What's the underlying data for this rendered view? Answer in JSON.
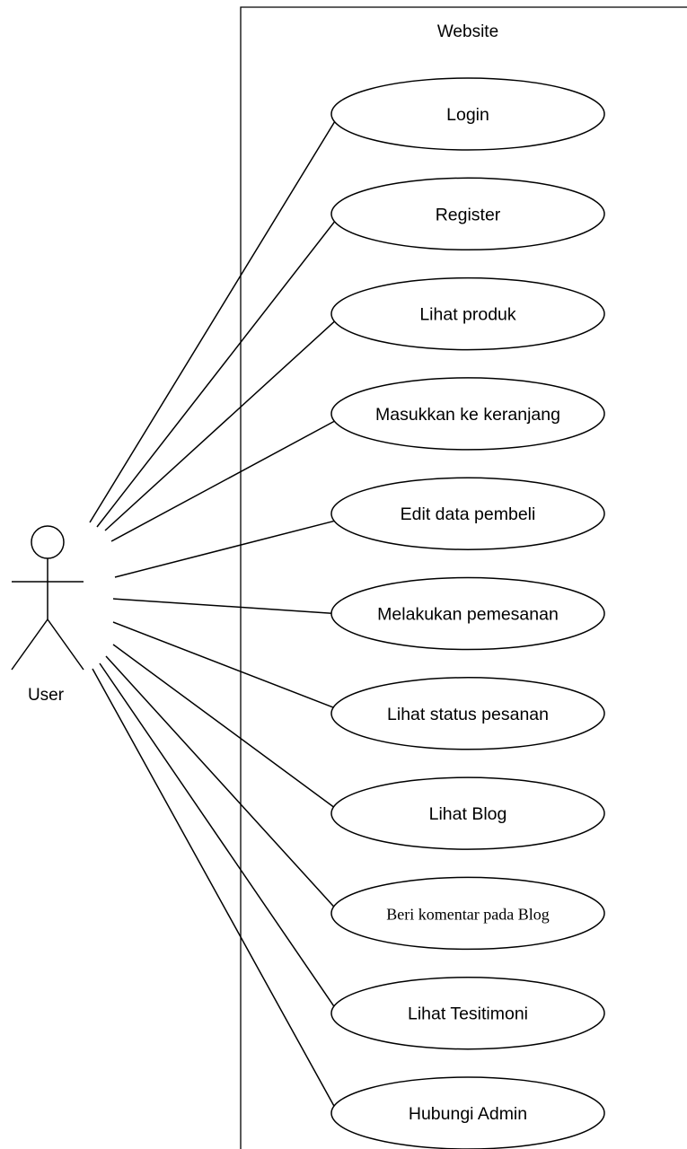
{
  "system": {
    "title": "Website"
  },
  "actor": {
    "label": "User"
  },
  "use_cases": [
    {
      "label": "Login"
    },
    {
      "label": "Register"
    },
    {
      "label": "Lihat produk"
    },
    {
      "label": "Masukkan ke keranjang"
    },
    {
      "label": "Edit data pembeli"
    },
    {
      "label": "Melakukan pemesanan"
    },
    {
      "label": "Lihat status pesanan"
    },
    {
      "label": "Lihat Blog"
    },
    {
      "label": "Beri komentar pada Blog"
    },
    {
      "label": "Lihat Tesitimoni"
    },
    {
      "label": "Hubungi Admin"
    }
  ],
  "colors": {
    "stroke": "#000000",
    "fill": "#ffffff"
  }
}
